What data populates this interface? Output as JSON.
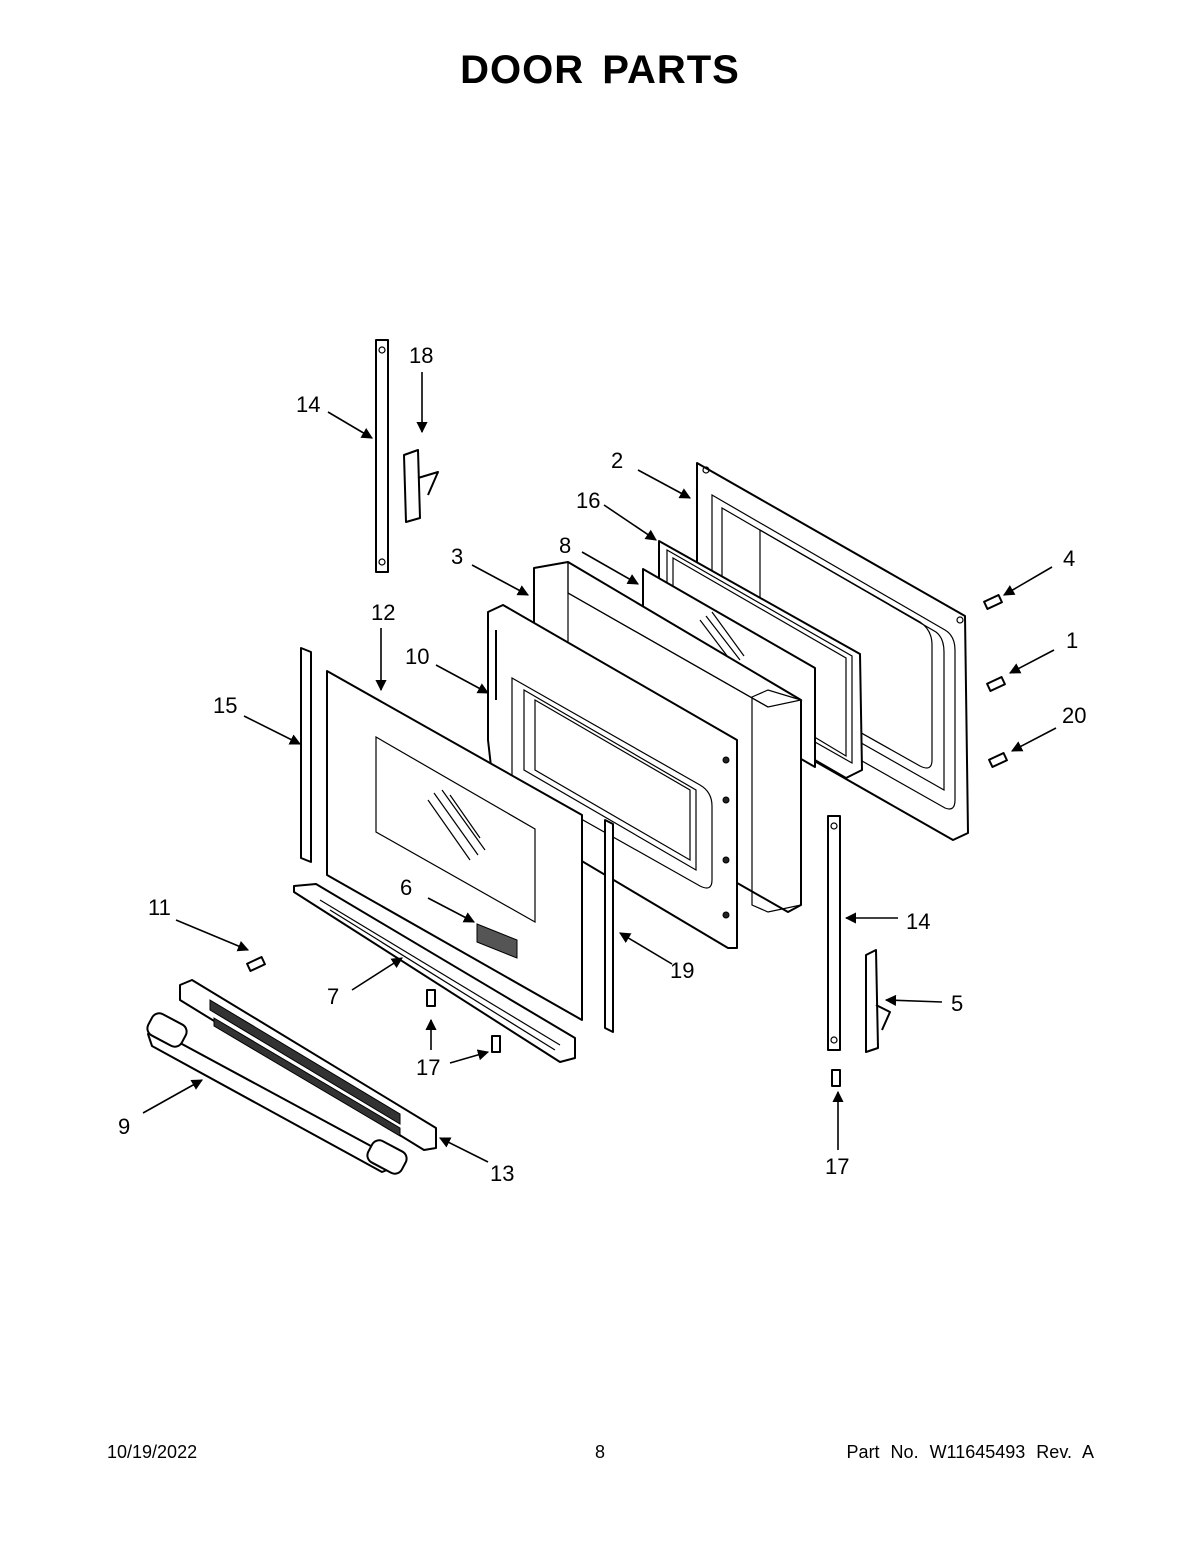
{
  "page": {
    "title": "DOOR PARTS",
    "footer_date": "10/19/2022",
    "footer_page": "8",
    "footer_part": "Part No.  W11645493  Rev.  A"
  },
  "callouts": {
    "c1": "1",
    "c2": "2",
    "c3": "3",
    "c4": "4",
    "c5": "5",
    "c6": "6",
    "c7": "7",
    "c8": "8",
    "c9": "9",
    "c10": "10",
    "c11": "11",
    "c12": "12",
    "c13": "13",
    "c14a": "14",
    "c14b": "14",
    "c15": "15",
    "c16": "16",
    "c17a": "17",
    "c17b": "17",
    "c18": "18",
    "c19": "19",
    "c20": "20"
  }
}
